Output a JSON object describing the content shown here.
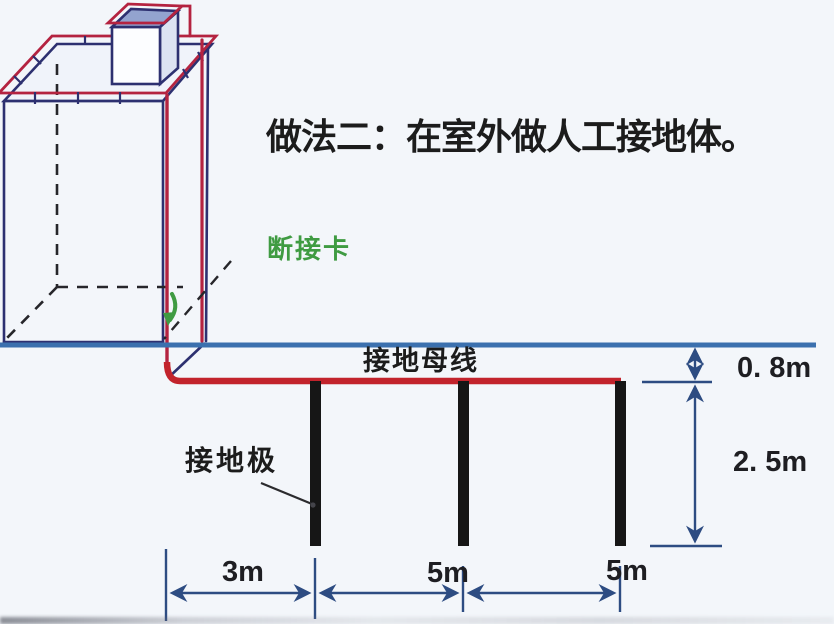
{
  "title": "做法二：在室外做人工接地体。",
  "labels": {
    "disconnect_card": "断接卡",
    "grounding_bus": "接地母线",
    "grounding_electrode": "接地极"
  },
  "dimensions": {
    "bus_depth": "0. 8m",
    "electrode_length": "2. 5m",
    "spacing_first": "3m",
    "spacing_second": "5m",
    "spacing_third": "5m"
  },
  "colors": {
    "background": "#f3f6fa",
    "building_outline": "#2d3070",
    "lightning_belt_red": "#b42340",
    "grounding_bus_red": "#c2232c",
    "ground_line_blue": "#3b70ae",
    "dimension_navy": "#2d4c82",
    "electrode_black": "#161616",
    "disconnect_green": "#3f9b42",
    "text_black": "#1c1c1c"
  }
}
